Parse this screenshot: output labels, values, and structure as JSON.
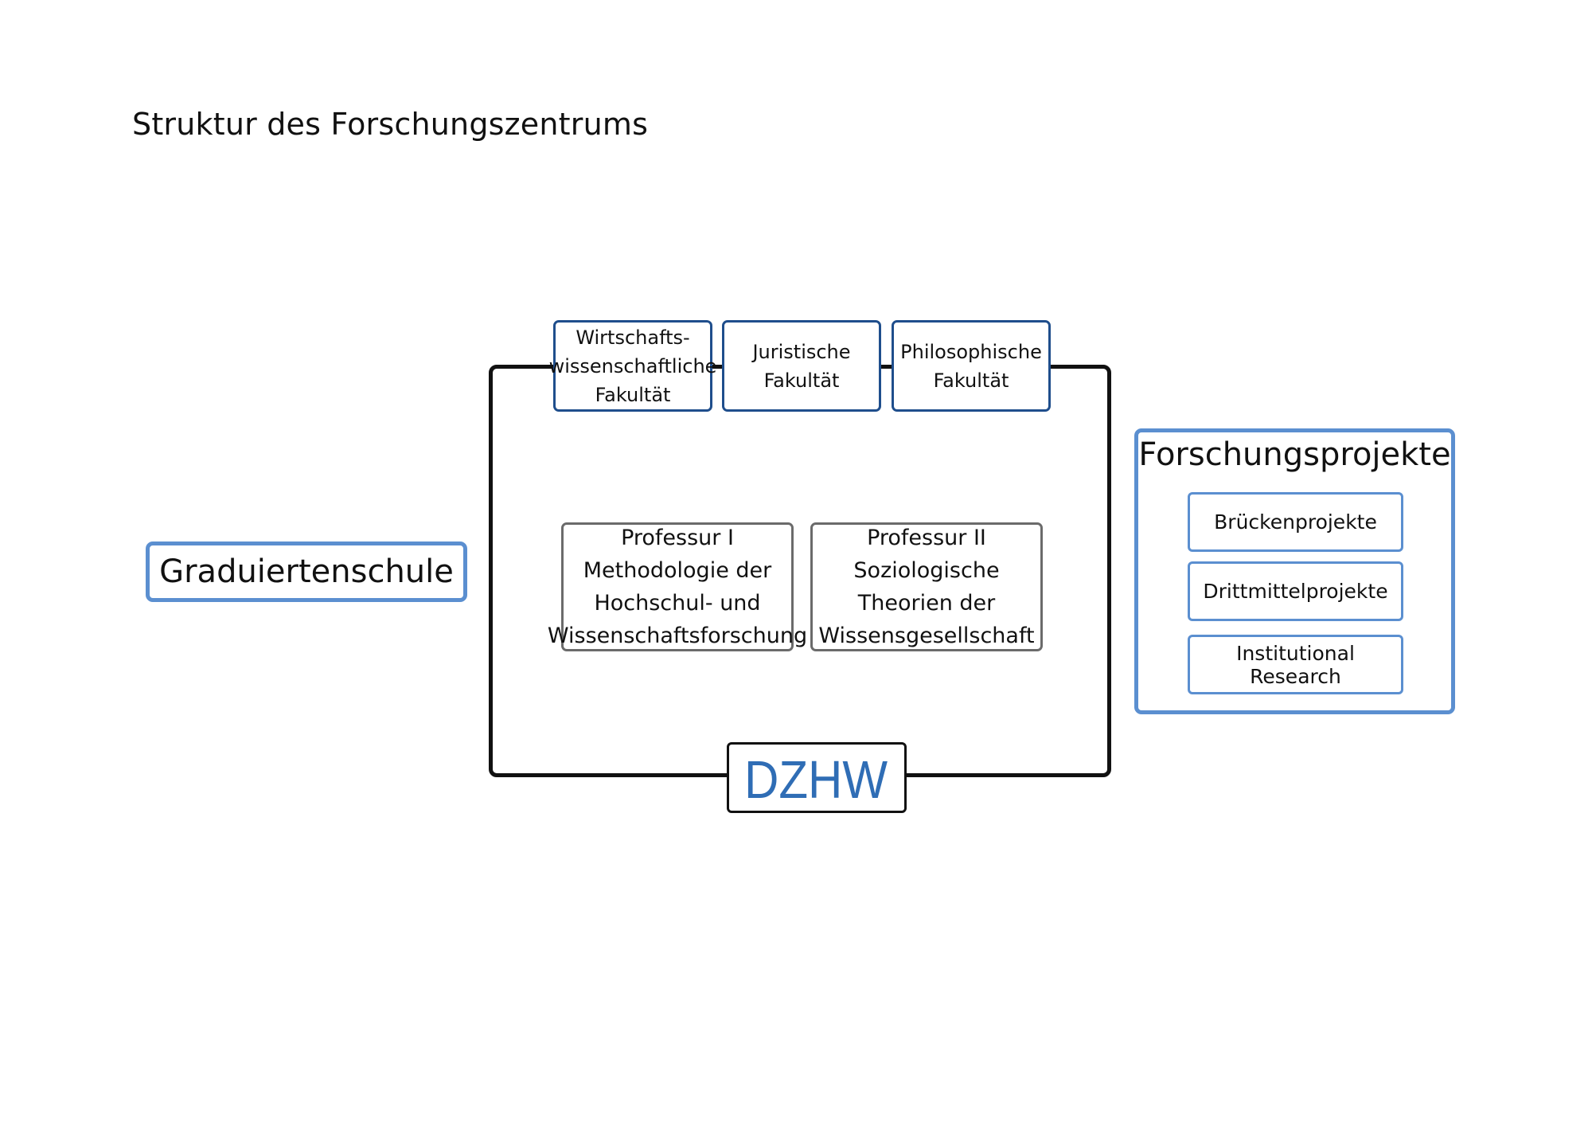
{
  "title": "Struktur des Forschungszentrums",
  "faculties": [
    "Wirtschafts-\nwissenschaftliche\nFakultät",
    "Juristische\nFakultät",
    "Philosophische\nFakultät"
  ],
  "professorships": [
    "Professur I\nMethodologie der\nHochschul- und\nWissenschaftsforschung",
    "Professur II\nSoziologische\nTheorien der\nWissensgesellschaft"
  ],
  "center_logo": "DZHW",
  "graduate_school": "Graduiertenschule",
  "research_projects": {
    "title": "Forschungsprojekte",
    "items": [
      "Brückenprojekte",
      "Drittmittelprojekte",
      "Institutional Research"
    ]
  },
  "colors": {
    "faculty_border": "#1f4e8c",
    "light_blue_border": "#5b8fd0",
    "professorship_border": "#6b6b6b",
    "frame": "#111111",
    "logo": "#2f6db5"
  }
}
